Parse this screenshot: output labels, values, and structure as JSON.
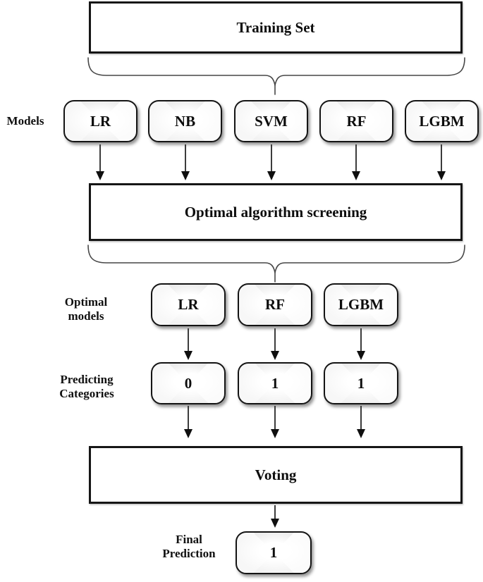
{
  "diagram": {
    "training_set": {
      "label": "Training Set"
    },
    "models": {
      "row_label": "Models",
      "items": [
        {
          "label": "LR"
        },
        {
          "label": "NB"
        },
        {
          "label": "SVM"
        },
        {
          "label": "RF"
        },
        {
          "label": "LGBM"
        }
      ]
    },
    "screening": {
      "label": "Optimal algorithm screening"
    },
    "optimal_models": {
      "row_label": "Optimal models",
      "items": [
        {
          "label": "LR"
        },
        {
          "label": "RF"
        },
        {
          "label": "LGBM"
        }
      ]
    },
    "predicting_categories": {
      "row_label": "Predicting Categories",
      "items": [
        {
          "label": "0"
        },
        {
          "label": "1"
        },
        {
          "label": "1"
        }
      ]
    },
    "voting": {
      "label": "Voting"
    },
    "final_prediction": {
      "row_label": "Final Prediction",
      "value": "1"
    },
    "colors": {
      "ink": "#141414",
      "box_fill": "#ffffff",
      "brace_stroke": "#474747",
      "chip_shadow": "rgba(0,0,0,0.42)"
    }
  }
}
